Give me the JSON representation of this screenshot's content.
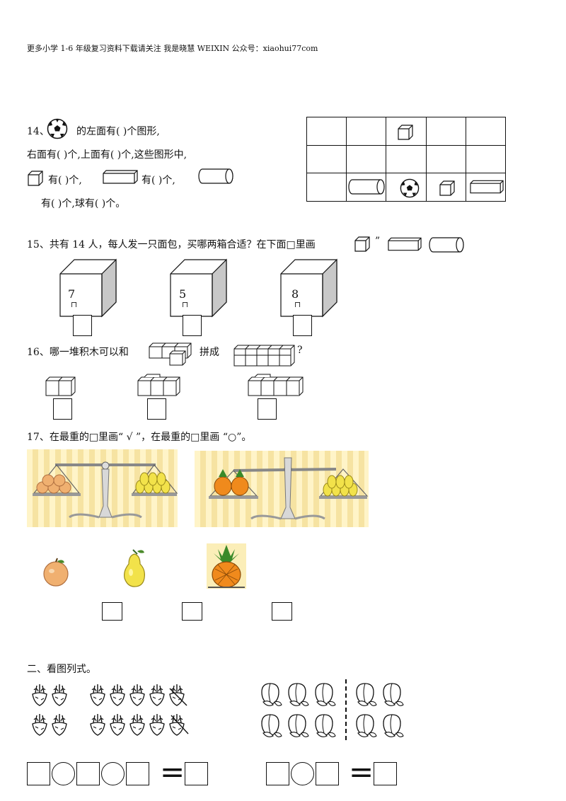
{
  "header": {
    "text": "更多小学 1-6 年级复习资料下载请关注  我是晓慧 WEIXIN 公众号：xiaohui77com"
  },
  "q14": {
    "num": "14、",
    "line1_rest": "的左面有(      )个图形,",
    "line2": "右面有(      )个,上面有(      )个,这些图形中,",
    "cube_count": "有(      )个,",
    "cuboid_count": "有(      )个,",
    "cylinder_count": "有(      )个,球有(      )个。"
  },
  "q15": {
    "text": "15、共有 14 人，每人发一只面包，买哪两箱合适？在下面□里画",
    "quote": "”",
    "boxes": [
      {
        "number": "7",
        "mark": "⊓"
      },
      {
        "number": "5",
        "mark": "⊓"
      },
      {
        "number": "8",
        "mark": "⊓"
      }
    ]
  },
  "q16": {
    "text_a": "16、哪一堆积木可以和",
    "text_b": "拼成",
    "text_c": "?"
  },
  "q17": {
    "text": "17、在最重的□里画“ √ ”，在最重的□里画  “○”。",
    "fruits": [
      "apple-icon",
      "pear-icon",
      "pineapple-icon"
    ]
  },
  "section2": {
    "title": "二、看图列式。",
    "eq_equals": "="
  },
  "colors": {
    "scale_bg": "#fbeeb8",
    "pear": "#f2e24a",
    "pineapple": "#f08a1c",
    "apple": "#f0b070"
  }
}
